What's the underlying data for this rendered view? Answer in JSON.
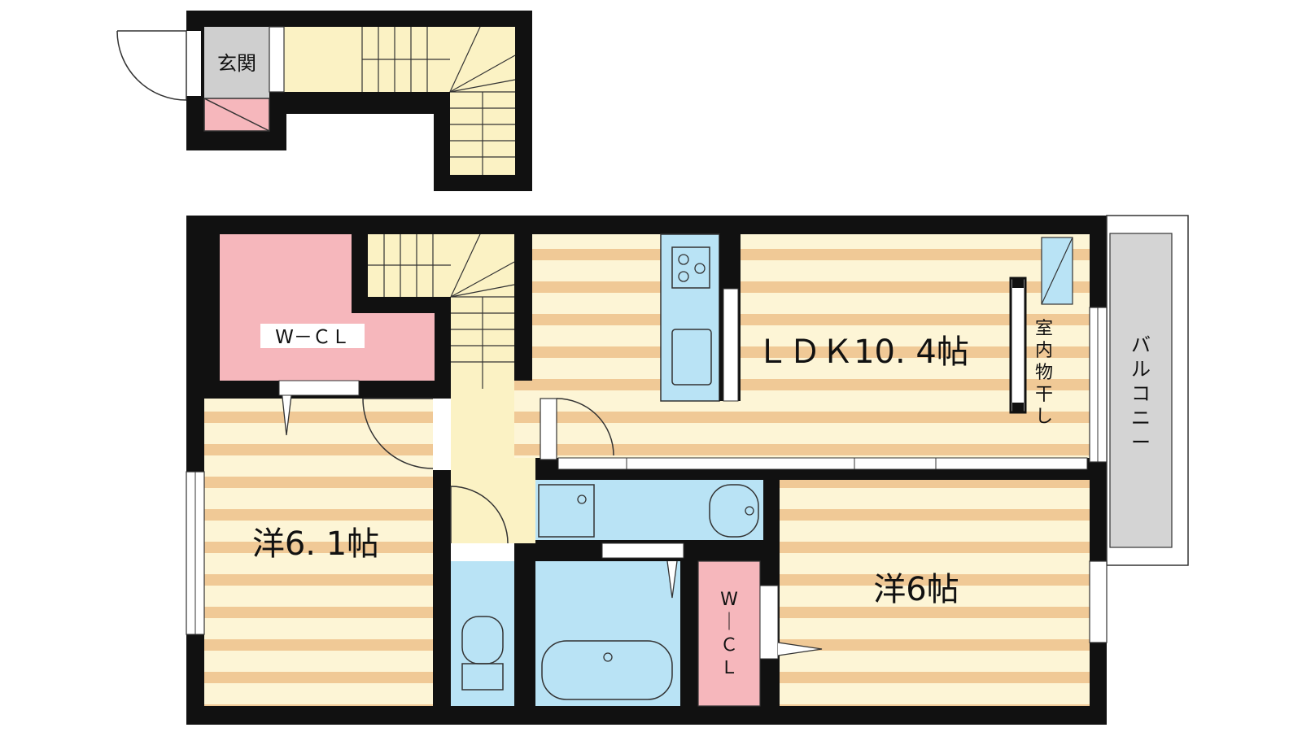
{
  "rooms": {
    "genkan": "玄関",
    "wcl_upper": "W－ＣＬ",
    "ldk": "ＬＤＫ10. 4帖",
    "western_left": "洋6. 1帖",
    "western_right": "洋6帖",
    "wcl_lower": "W－ＣＬ",
    "balcony": "バルコニー",
    "indoor_drying": "室内物干し"
  },
  "colors": {
    "wall": "#111111",
    "floor_stripe_light": "#fdf5d6",
    "floor_stripe_dark": "#f0c996",
    "closet": "#f6b7bc",
    "water": "#b9e3f5",
    "stair": "#fbf2c4",
    "entry": "#cfcfcf",
    "balcony": "#d4d4d4"
  }
}
